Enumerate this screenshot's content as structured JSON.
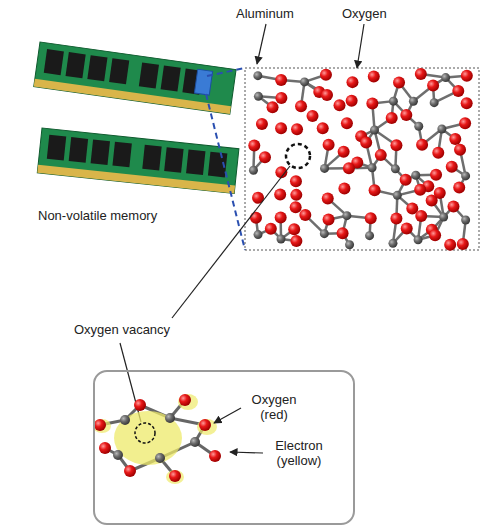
{
  "diagram": {
    "nodes": [
      {
        "text": [
          "Oxygen (red)",
          "Electron (yellow)"
        ]
      }
    ],
    "labels": [
      "Aluminum",
      "Oxygen",
      "Non-volatile memory",
      "Oxygen vacancy"
    ]
  }
}
